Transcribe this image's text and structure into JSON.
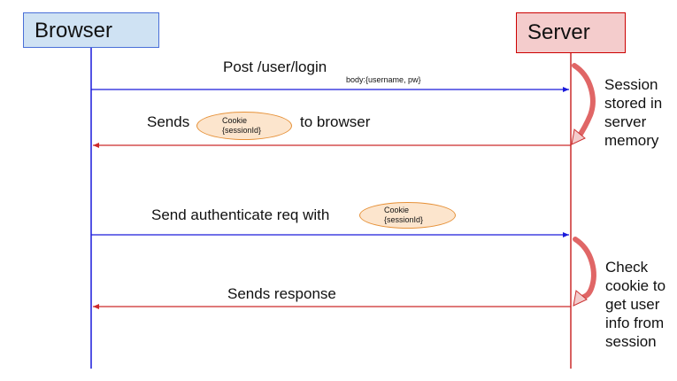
{
  "participants": {
    "browser": "Browser",
    "server": "Server"
  },
  "messages": {
    "login": {
      "label": "Post /user/login",
      "body": "body:{username, pw}"
    },
    "sends_cookie": {
      "before": "Sends",
      "after": "to browser"
    },
    "auth_req": {
      "label": "Send authenticate req with"
    },
    "response": {
      "label": "Sends response"
    }
  },
  "cookie": {
    "line1": "Cookie",
    "line2": "{sessionId}"
  },
  "notes": {
    "session": [
      "Session",
      "stored in",
      "server",
      "memory"
    ],
    "check": [
      "Check",
      "cookie to",
      "get user",
      "info from",
      "session"
    ]
  },
  "colors": {
    "request_arrow": "#1a1adb",
    "response_arrow": "#cc2b2b",
    "browser_fill": "#cfe2f3",
    "server_fill": "#f4cccc",
    "cookie_fill": "#fce5cd",
    "cookie_border": "#e69138"
  }
}
